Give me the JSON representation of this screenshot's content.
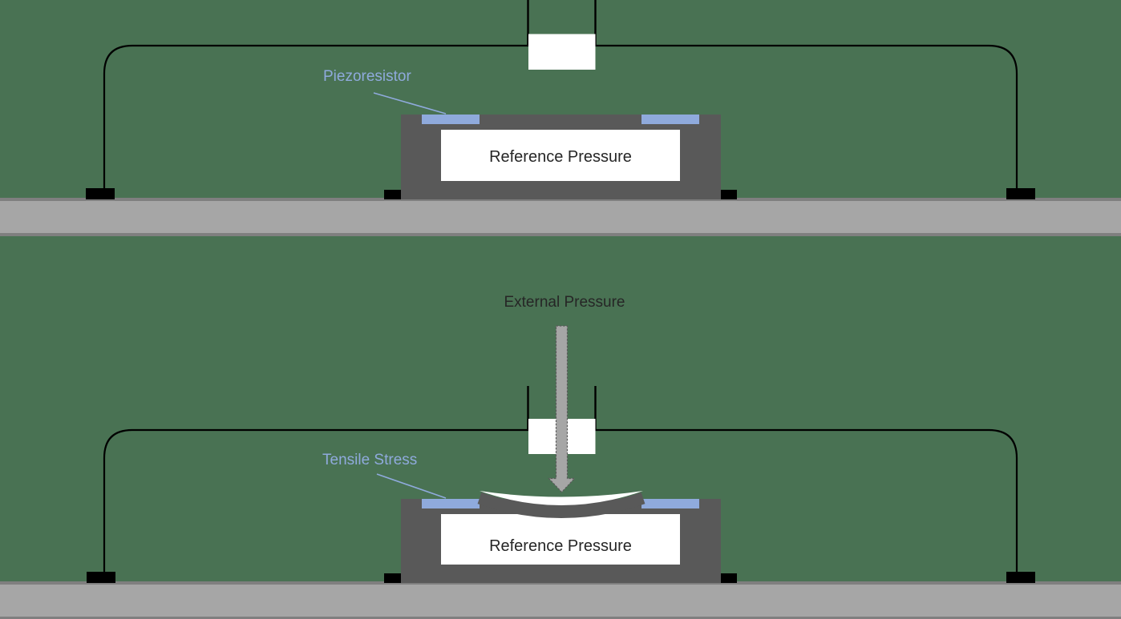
{
  "top_diagram": {
    "piezoresistor_label": "Piezoresistor",
    "cavity_label": "Reference Pressure"
  },
  "bottom_diagram": {
    "external_pressure_label": "External Pressure",
    "tensile_stress_label": "Tensile Stress",
    "cavity_label": "Reference Pressure"
  },
  "colors": {
    "background": "#497253",
    "sensor_body": "#595959",
    "piezoresistor": "#8faadc",
    "base_bar_fill": "#a6a6a6",
    "base_bar_border": "#7f7f7f",
    "wire": "#000000",
    "pad": "#000000",
    "label_blue": "#8faadc",
    "text_dark": "#262626",
    "arrow_fill": "#a6a6a6",
    "arrow_border": "#595959",
    "white": "#ffffff"
  }
}
